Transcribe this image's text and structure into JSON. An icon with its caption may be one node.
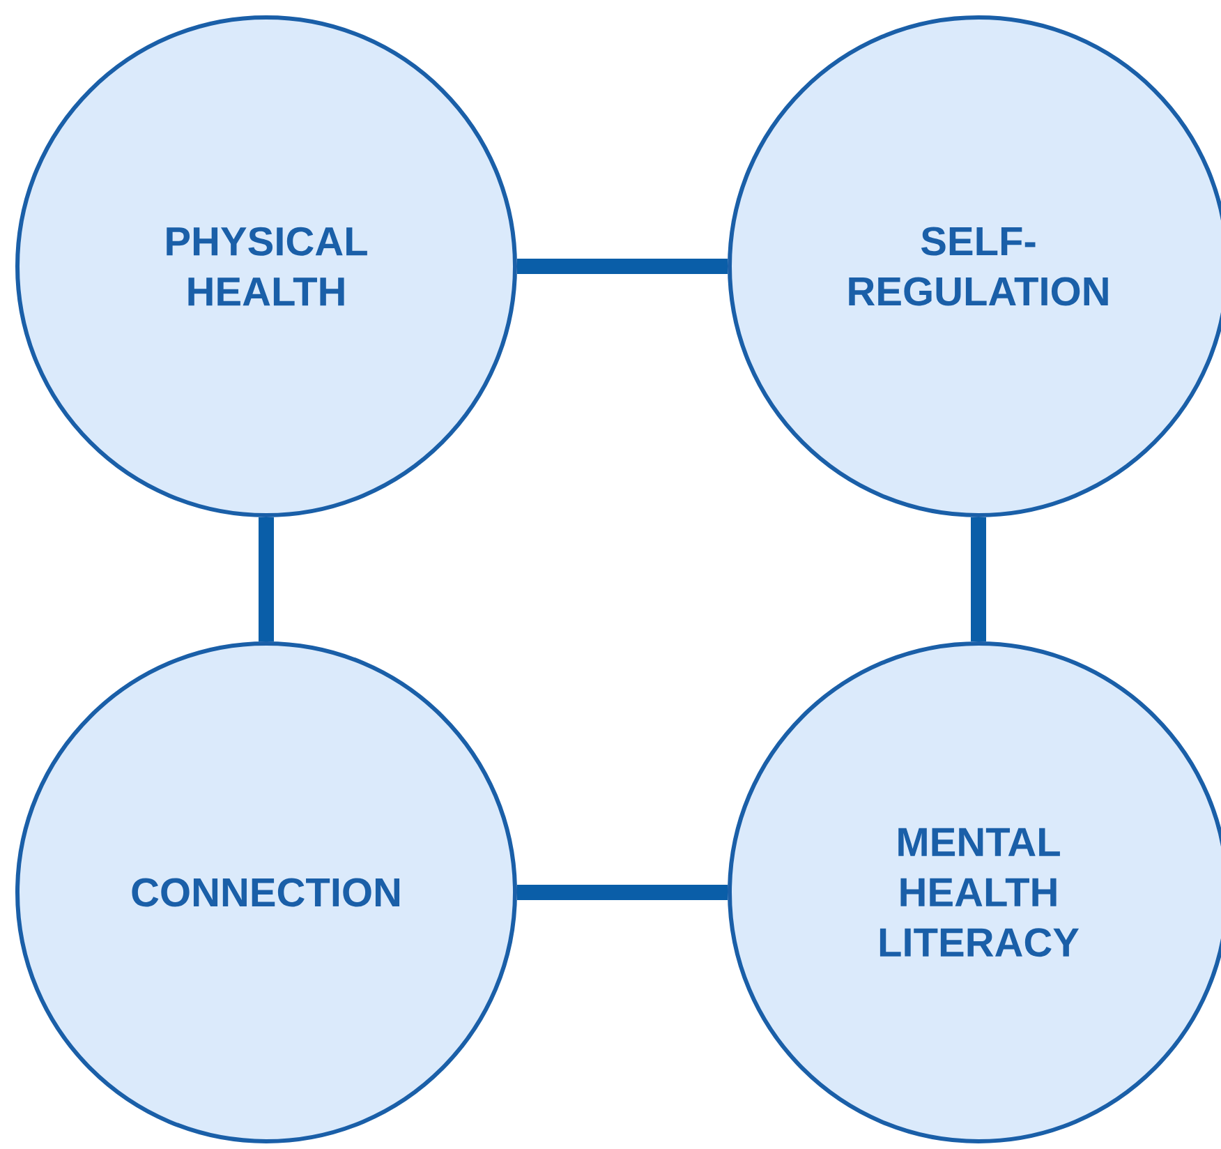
{
  "diagram": {
    "nodes": [
      {
        "text": [
          "PHYSICAL HEALTH"
        ]
      },
      {
        "text": [
          "SELF- REGULATION"
        ]
      },
      {
        "text": [
          "CONNECTION"
        ]
      },
      {
        "text": [
          "MENTAL HEALTH LITERACY"
        ]
      }
    ],
    "edges": [
      {
        "from": 0,
        "to": 1,
        "arrow": "none"
      },
      {
        "from": 0,
        "to": 2,
        "arrow": "none"
      },
      {
        "from": 1,
        "to": 3,
        "arrow": "none"
      },
      {
        "from": 2,
        "to": 3,
        "arrow": "none"
      }
    ]
  }
}
